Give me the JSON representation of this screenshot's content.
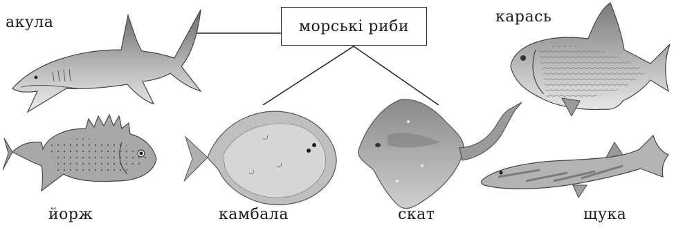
{
  "center": {
    "label": "морські риби"
  },
  "fish": {
    "shark": {
      "label": "акула",
      "icon": "shark-icon"
    },
    "crucian": {
      "label": "карась",
      "icon": "crucian-carp-icon"
    },
    "ruffe": {
      "label": "йорж",
      "icon": "ruffe-icon"
    },
    "flounder": {
      "label": "камбала",
      "icon": "flounder-icon"
    },
    "stingray": {
      "label": "скат",
      "icon": "stingray-icon"
    },
    "pike": {
      "label": "щука",
      "icon": "pike-icon"
    }
  },
  "colors": {
    "line": "#222222",
    "fish_dark": "#555555",
    "fish_mid": "#999999",
    "fish_light": "#d0d0d0"
  }
}
